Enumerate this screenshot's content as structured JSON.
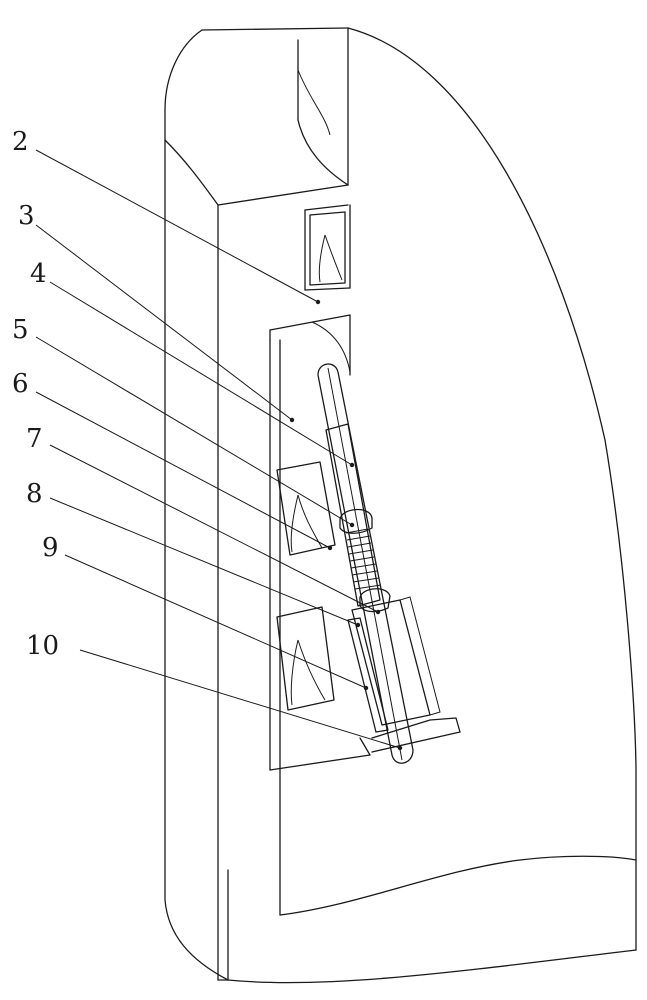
{
  "labels": {
    "l2": "2",
    "l3": "3",
    "l4": "4",
    "l5": "5",
    "l6": "6",
    "l7": "7",
    "l8": "8",
    "l9": "9",
    "l10": "10"
  }
}
